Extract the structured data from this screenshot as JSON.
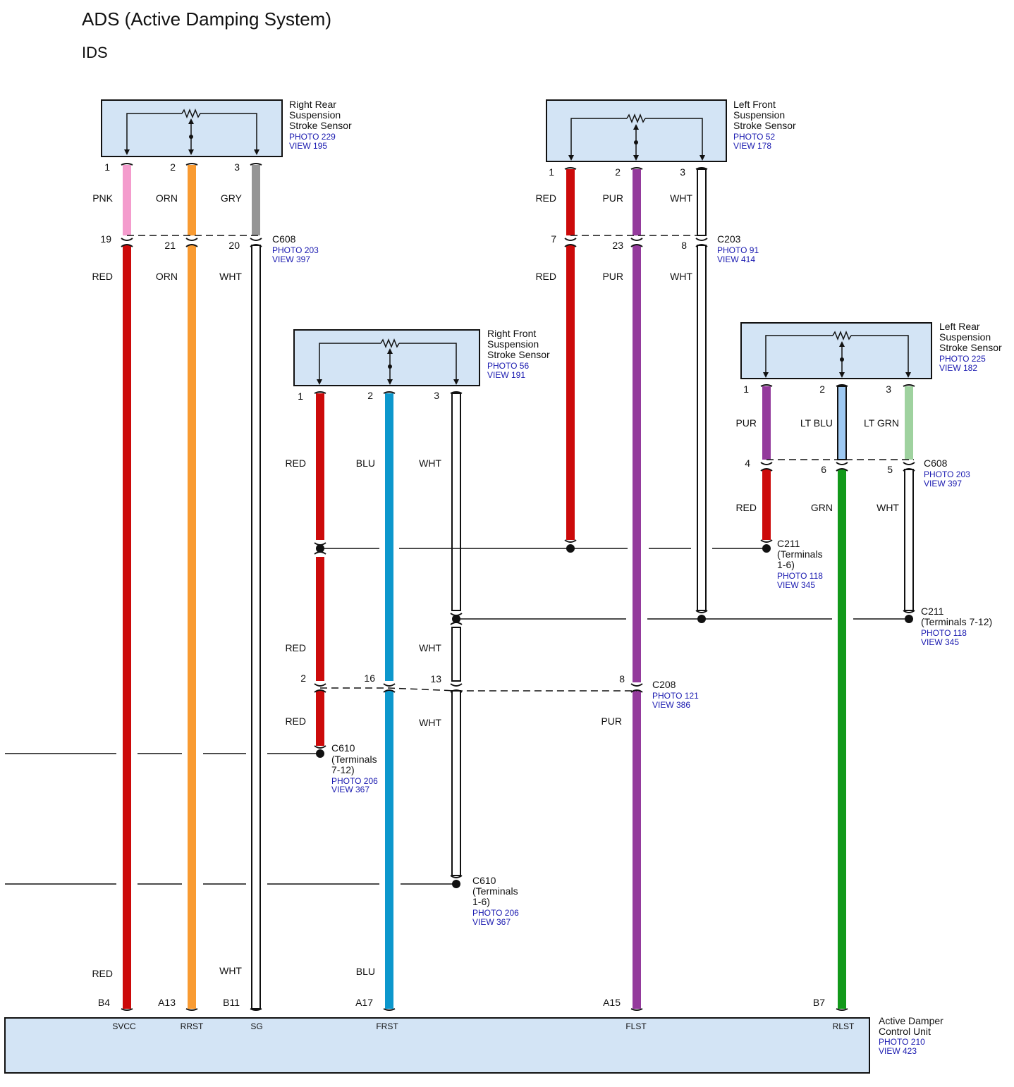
{
  "title": "ADS (Active Damping System)",
  "subtitle": "IDS",
  "colors": {
    "RED": "#cc0a0a",
    "PNK": "#f49ccd",
    "ORN": "#f99b32",
    "GRY": "#959595",
    "WHT": "#ffffff",
    "PUR": "#943a9c",
    "BLU": "#0c97cc",
    "LT BLU": "#9ec9f2",
    "LT GRN": "#9fd29f",
    "GRN": "#12991a",
    "component_fill": "#d3e4f5",
    "reference_text": "#1a1ab0"
  },
  "components": {
    "rr_sensor": {
      "name": [
        "Right Rear",
        "Suspension",
        "Stroke Sensor"
      ],
      "photo": "PHOTO 229",
      "view": "VIEW 195",
      "pins": [
        "1",
        "2",
        "3"
      ]
    },
    "lf_sensor": {
      "name": [
        "Left Front",
        "Suspension",
        "Stroke Sensor"
      ],
      "photo": "PHOTO 52",
      "view": "VIEW 178",
      "pins": [
        "1",
        "2",
        "3"
      ]
    },
    "rf_sensor": {
      "name": [
        "Right Front",
        "Suspension",
        "Stroke Sensor"
      ],
      "photo": "PHOTO 56",
      "view": "VIEW 191",
      "pins": [
        "1",
        "2",
        "3"
      ]
    },
    "lr_sensor": {
      "name": [
        "Left Rear",
        "Suspension",
        "Stroke Sensor"
      ],
      "photo": "PHOTO 225",
      "view": "VIEW 182",
      "pins": [
        "1",
        "2",
        "3"
      ]
    },
    "control_unit": {
      "name": [
        "Active Damper",
        "Control Unit"
      ],
      "photo": "PHOTO 210",
      "view": "VIEW 423",
      "terminals": [
        "SVCC",
        "RRST",
        "SG",
        "FRST",
        "FLST",
        "RLST"
      ],
      "pins": [
        "B4",
        "A13",
        "B11",
        "A17",
        "A15",
        "B7"
      ]
    }
  },
  "connectors": {
    "c608_rear": {
      "name": "C608",
      "photo": "PHOTO 203",
      "view": "VIEW 397",
      "pins": [
        "19",
        "21",
        "20"
      ]
    },
    "c203": {
      "name": "C203",
      "photo": "PHOTO 91",
      "view": "VIEW 414",
      "pins": [
        "7",
        "23",
        "8"
      ]
    },
    "c608_lr": {
      "name": "C608",
      "photo": "PHOTO 203",
      "view": "VIEW 397",
      "pins": [
        "4",
        "6",
        "5"
      ]
    },
    "c211_a": {
      "name": "C211",
      "terminals": [
        "(Terminals",
        "1-6)"
      ],
      "photo": "PHOTO 118",
      "view": "VIEW 345"
    },
    "c211_b": {
      "name": "C211",
      "terminals": [
        "(Terminals 7-12)"
      ],
      "photo": "PHOTO 118",
      "view": "VIEW 345"
    },
    "c208": {
      "name": "C208",
      "photo": "PHOTO 121",
      "view": "VIEW 386",
      "pins": [
        "2",
        "16",
        "13",
        "8"
      ]
    },
    "c610_a": {
      "name": "C610",
      "terminals": [
        "(Terminals",
        "7-12)"
      ],
      "photo": "PHOTO 206",
      "view": "VIEW 367"
    },
    "c610_b": {
      "name": "C610",
      "terminals": [
        "(Terminals",
        "1-6)"
      ],
      "photo": "PHOTO 206",
      "view": "VIEW 367"
    }
  },
  "wire_labels": {
    "rr_upper": [
      "PNK",
      "ORN",
      "GRY"
    ],
    "rr_lower": [
      "RED",
      "ORN",
      "WHT"
    ],
    "lf_upper": [
      "RED",
      "PUR",
      "WHT"
    ],
    "lf_lower": [
      "RED",
      "PUR",
      "WHT"
    ],
    "rf_upper": [
      "RED",
      "BLU",
      "WHT"
    ],
    "rf_mid": [
      "RED",
      "WHT"
    ],
    "rf_lower": [
      "RED",
      "WHT"
    ],
    "lr_upper": [
      "PUR",
      "LT BLU",
      "LT GRN"
    ],
    "lr_lower": [
      "RED",
      "GRN",
      "WHT"
    ],
    "c208_pur": "PUR",
    "bottom": [
      "RED",
      "WHT",
      "BLU"
    ]
  }
}
